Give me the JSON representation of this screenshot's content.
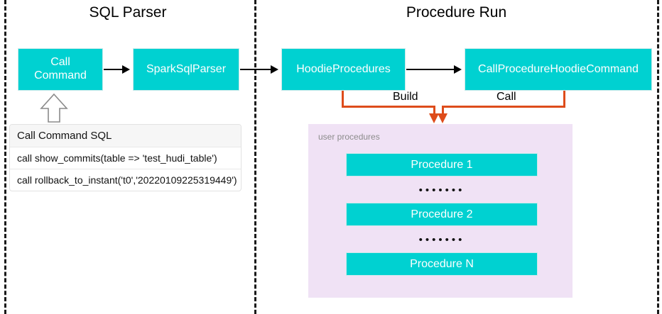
{
  "sections": {
    "left": {
      "title": "SQL Parser"
    },
    "right": {
      "title": "Procedure Run"
    }
  },
  "colors": {
    "box_fill": "#00D1D1",
    "box_text": "#FFFFFF",
    "panel_fill": "#F0E2F5",
    "connector_orange": "#DE4C1B",
    "arrow_black": "#000000",
    "divider_dash": "#1A1A1A",
    "caption_gray": "#8C8C8C"
  },
  "nodes": {
    "call_command": "Call\nCommand",
    "spark_sql_parser": "SparkSqlParser",
    "hoodie_procedures": "HoodieProcedures",
    "call_procedure_hoodie_command": "CallProcedureHoodieCommand"
  },
  "connectors": {
    "build_label": "Build",
    "call_label": "Call"
  },
  "sql_table": {
    "header": "Call Command SQL",
    "rows": [
      "call show_commits(table => 'test_hudi_table')",
      "call rollback_to_instant('t0','20220109225319449')"
    ]
  },
  "procedures_panel": {
    "caption": "user procedures",
    "items": [
      {
        "label": "Procedure 1"
      },
      {
        "label": "Procedure 2"
      },
      {
        "label": "Procedure N"
      }
    ],
    "ellipsis": "•••••••"
  }
}
